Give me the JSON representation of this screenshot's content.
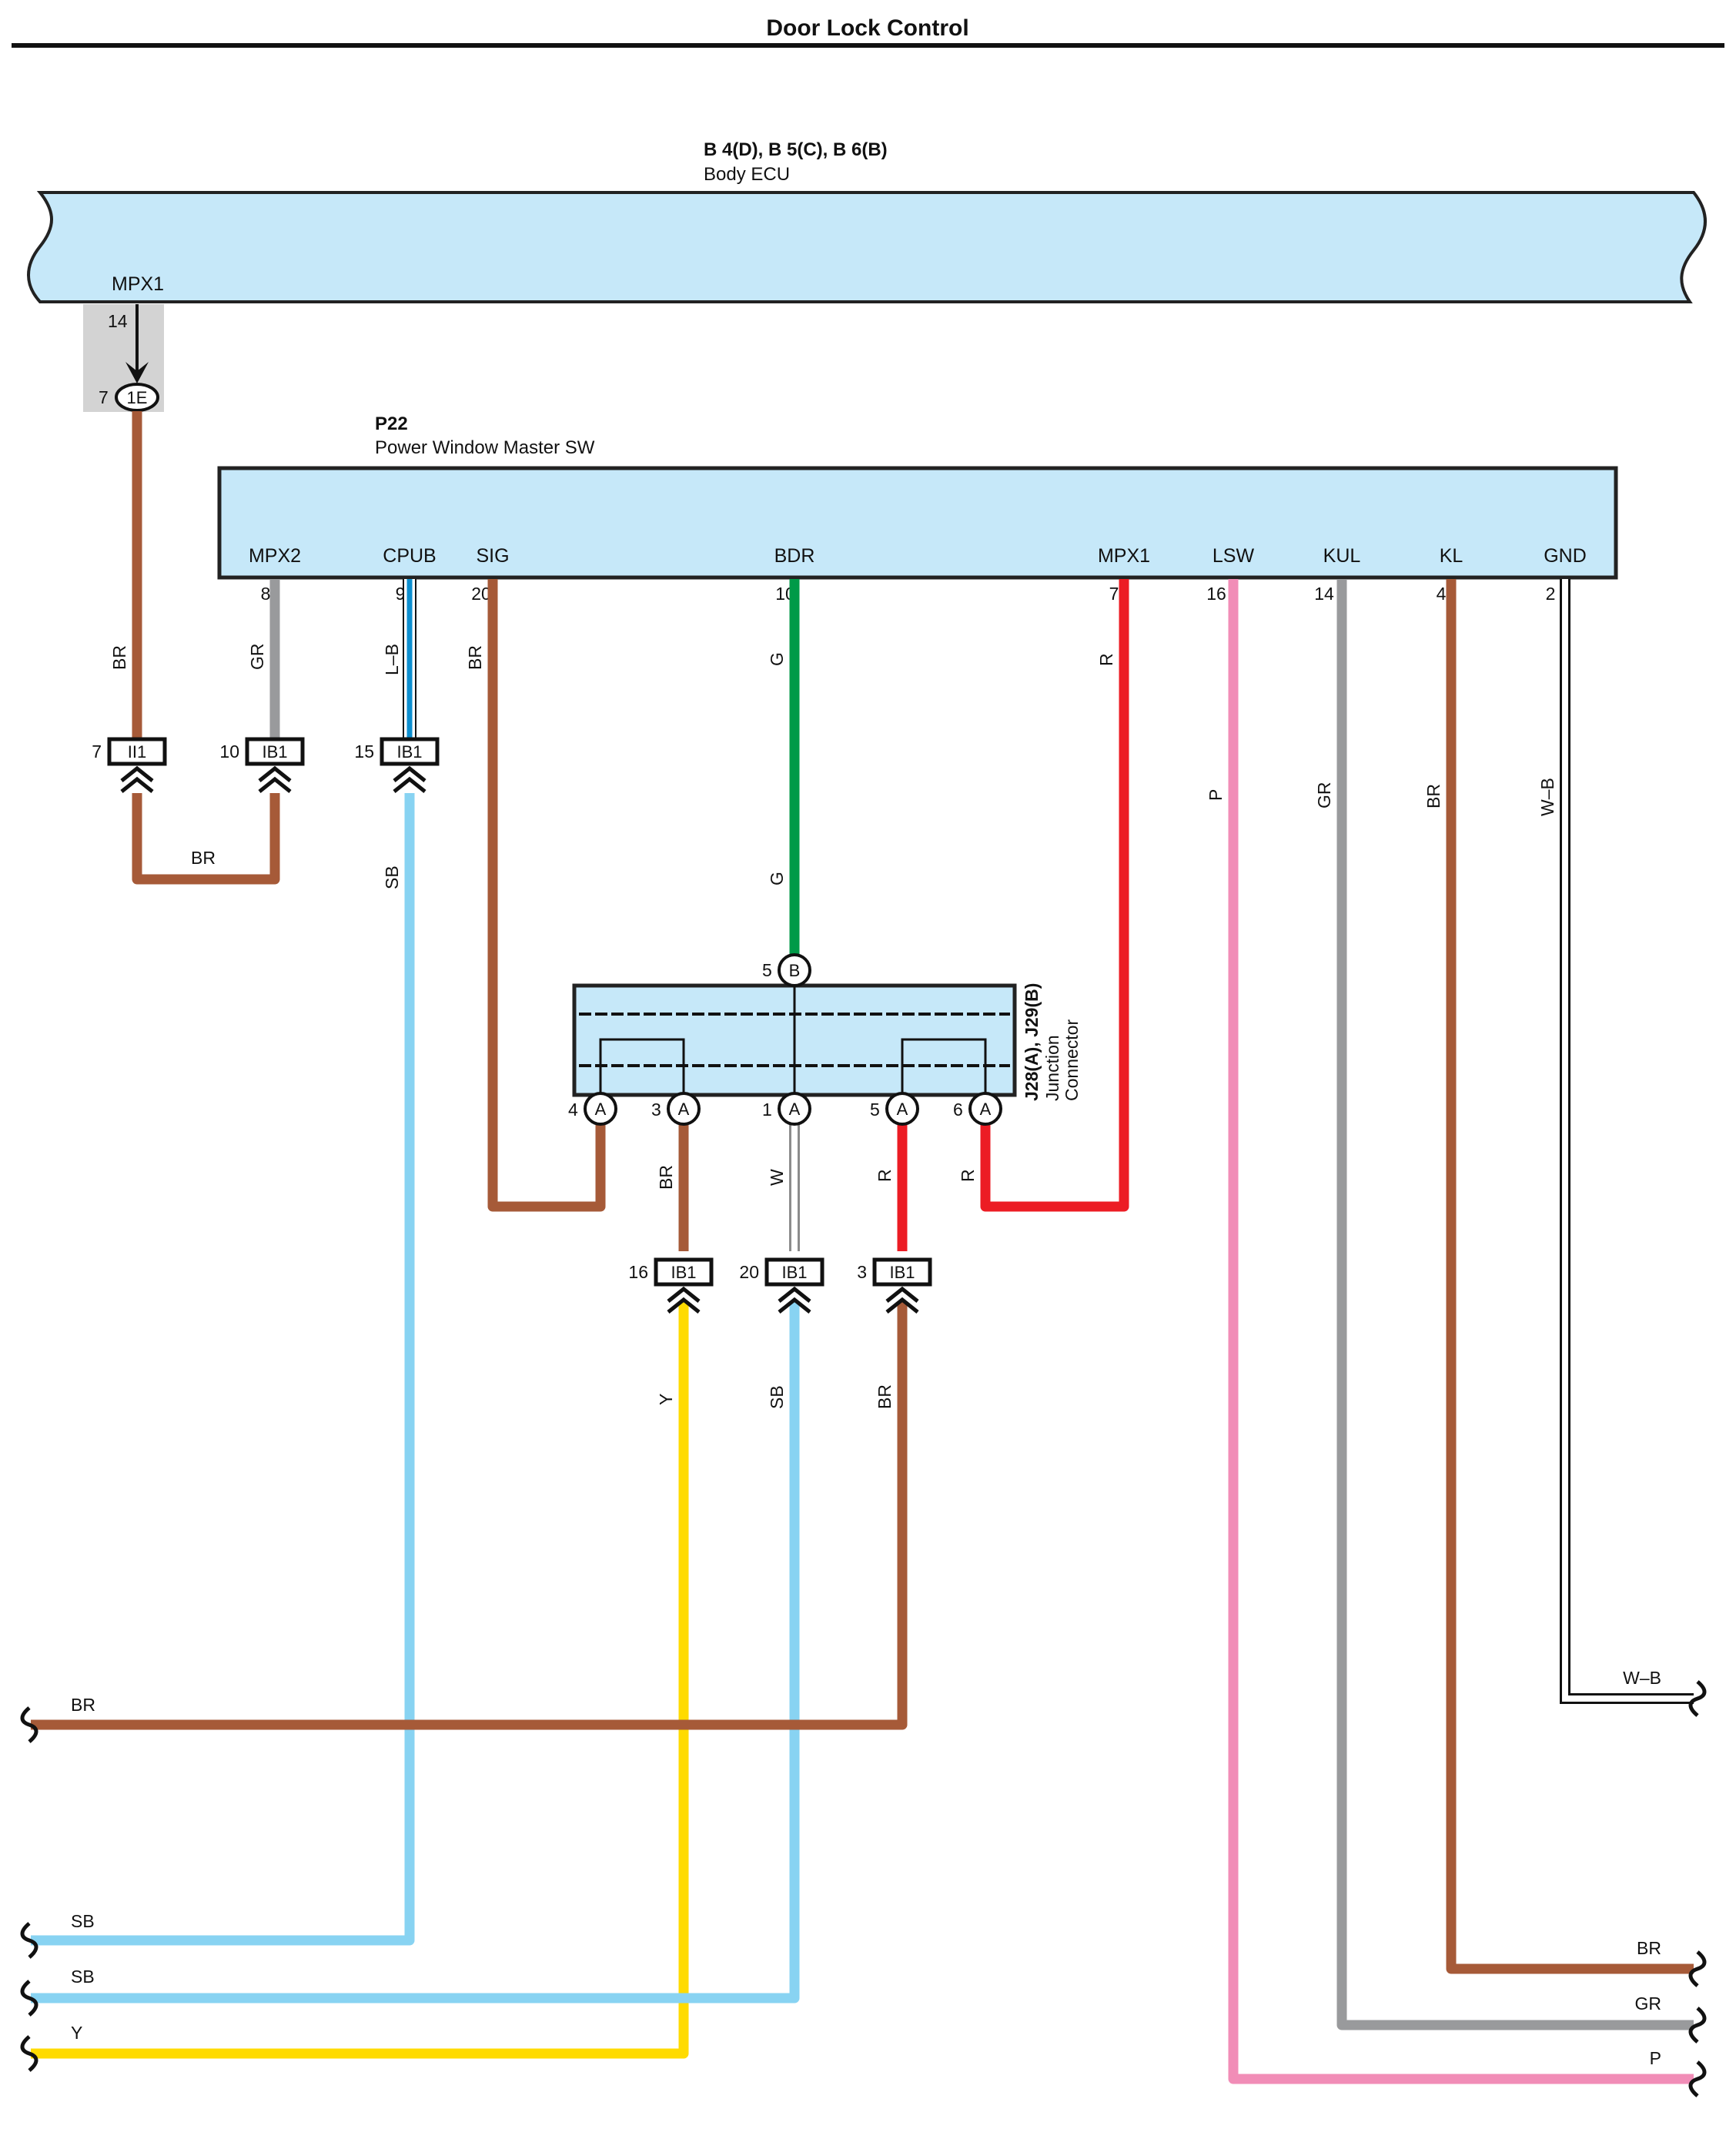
{
  "title": "Door Lock Control",
  "body_ecu": {
    "code": "B 4(D), B 5(C), B 6(B)",
    "name": "Body ECU",
    "pin_label": "MPX1",
    "pin_no": "14"
  },
  "inline_1e": {
    "pin": "7",
    "label": "1E"
  },
  "master_sw": {
    "code": "P22",
    "name": "Power Window Master SW",
    "pins": [
      {
        "label": "MPX2",
        "no": "8"
      },
      {
        "label": "CPUB",
        "no": "9"
      },
      {
        "label": "SIG",
        "no": "20"
      },
      {
        "label": "BDR",
        "no": "10"
      },
      {
        "label": "MPX1",
        "no": "7"
      },
      {
        "label": "LSW",
        "no": "16"
      },
      {
        "label": "KUL",
        "no": "14"
      },
      {
        "label": "KL",
        "no": "4"
      },
      {
        "label": "GND",
        "no": "2"
      }
    ]
  },
  "top_connectors": [
    {
      "pin": "7",
      "label": "II1"
    },
    {
      "pin": "10",
      "label": "IB1"
    },
    {
      "pin": "15",
      "label": "IB1"
    }
  ],
  "bottom_connectors": [
    {
      "pin": "16",
      "label": "IB1"
    },
    {
      "pin": "20",
      "label": "IB1"
    },
    {
      "pin": "3",
      "label": "IB1"
    }
  ],
  "junction": {
    "code": "J28(A), J29(B)",
    "name_line1": "Junction",
    "name_line2": "Connector",
    "top_pin": {
      "no": "5",
      "letter": "B"
    },
    "bottom_pins": [
      {
        "no": "4",
        "letter": "A"
      },
      {
        "no": "3",
        "letter": "A"
      },
      {
        "no": "1",
        "letter": "A"
      },
      {
        "no": "5",
        "letter": "A"
      },
      {
        "no": "6",
        "letter": "A"
      }
    ]
  },
  "wire_labels": {
    "br_1e": "BR",
    "gr_mpx2": "GR",
    "lb_cpub": "L–B",
    "br_sig": "BR",
    "g_upper": "G",
    "g_lower": "G",
    "r_mpx1": "R",
    "p_lsw": "P",
    "gr_kul": "GR",
    "br_kl": "BR",
    "wb_gnd": "W–B",
    "br_jumper": "BR",
    "sb_cpub_down": "SB",
    "br_j3": "BR",
    "w_j1": "W",
    "r_j5": "R",
    "r_j6": "R",
    "y_ib16": "Y",
    "sb_ib20": "SB",
    "br_ib3": "BR"
  },
  "edge_labels": {
    "left_br": "BR",
    "left_sb1": "SB",
    "left_sb2": "SB",
    "left_y": "Y",
    "right_wb": "W–B",
    "right_br": "BR",
    "right_gr": "GR",
    "right_p": "P"
  },
  "colors": {
    "br": "#a65a38",
    "gr": "#999a9c",
    "lb_blue": "#0d8fd0",
    "sb": "#88d3f2",
    "g": "#009a48",
    "r": "#ec1c24",
    "p": "#f18db7",
    "y": "#ffdb00",
    "w": "#ffffff",
    "wb": "#ffffff",
    "box_fill": "#c6e8f9",
    "shade": "#d3d3d3"
  }
}
